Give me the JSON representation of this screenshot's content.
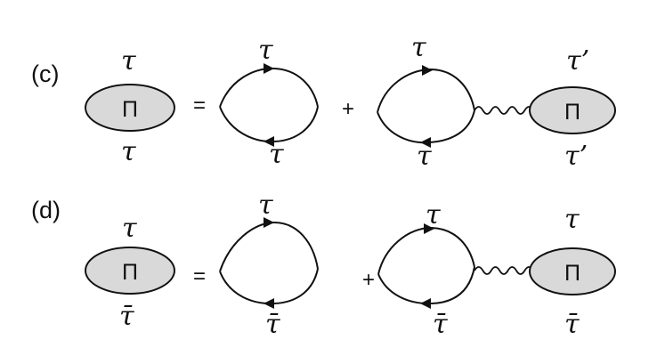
{
  "diagram": {
    "panels": [
      {
        "id": "c",
        "label": "(c)",
        "equals": "=",
        "plus": "+",
        "lhs_bubble": {
          "symbol": "Π",
          "top": "τ",
          "bottom": "τ"
        },
        "loop1": {
          "top": "τ",
          "bottom": "τ"
        },
        "loop2": {
          "top": "τ",
          "bottom": "τ"
        },
        "rhs_bubble": {
          "symbol": "Π",
          "top": "τ’",
          "bottom": "τ’"
        }
      },
      {
        "id": "d",
        "label": "(d)",
        "equals": "=",
        "plus": "+",
        "lhs_bubble": {
          "symbol": "Π",
          "top": "τ",
          "bottom": "τ̄"
        },
        "loop1": {
          "top": "τ",
          "bottom": "τ̄"
        },
        "loop2": {
          "top": "τ",
          "bottom": "τ̄"
        },
        "rhs_bubble": {
          "symbol": "Π",
          "top": "τ",
          "bottom": "τ̄"
        }
      }
    ]
  }
}
